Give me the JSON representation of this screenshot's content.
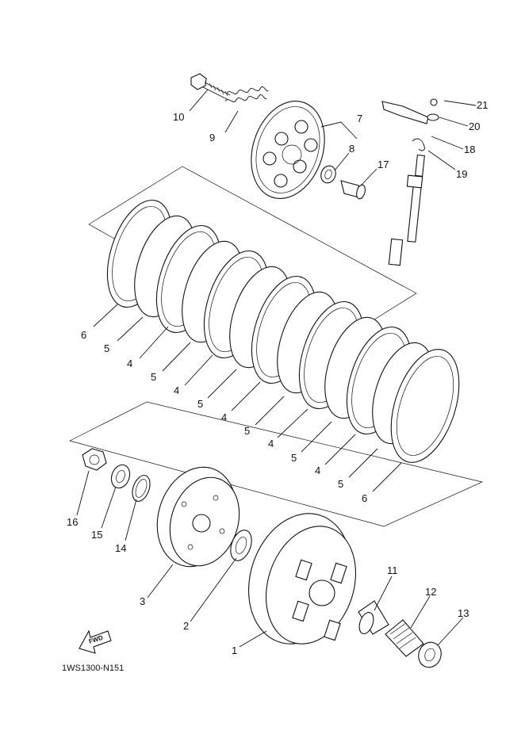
{
  "diagram": {
    "drawing_code": "1WS1300-N151",
    "fwd_label": "FWD",
    "callouts": [
      {
        "id": "10",
        "text": "10"
      },
      {
        "id": "9",
        "text": "9"
      },
      {
        "id": "7",
        "text": "7"
      },
      {
        "id": "8",
        "text": "8"
      },
      {
        "id": "17",
        "text": "17"
      },
      {
        "id": "21",
        "text": "21"
      },
      {
        "id": "20",
        "text": "20"
      },
      {
        "id": "18",
        "text": "18"
      },
      {
        "id": "19",
        "text": "19"
      },
      {
        "id": "6a",
        "text": "6"
      },
      {
        "id": "5a",
        "text": "5"
      },
      {
        "id": "4a",
        "text": "4"
      },
      {
        "id": "5b",
        "text": "5"
      },
      {
        "id": "4b",
        "text": "4"
      },
      {
        "id": "5c",
        "text": "5"
      },
      {
        "id": "4c",
        "text": "4"
      },
      {
        "id": "5d",
        "text": "5"
      },
      {
        "id": "4d",
        "text": "4"
      },
      {
        "id": "5e",
        "text": "5"
      },
      {
        "id": "4e",
        "text": "4"
      },
      {
        "id": "5f",
        "text": "5"
      },
      {
        "id": "6b",
        "text": "6"
      },
      {
        "id": "16",
        "text": "16"
      },
      {
        "id": "15",
        "text": "15"
      },
      {
        "id": "14",
        "text": "14"
      },
      {
        "id": "3",
        "text": "3"
      },
      {
        "id": "2",
        "text": "2"
      },
      {
        "id": "11",
        "text": "11"
      },
      {
        "id": "12",
        "text": "12"
      },
      {
        "id": "13",
        "text": "13"
      },
      {
        "id": "1",
        "text": "1"
      }
    ]
  }
}
